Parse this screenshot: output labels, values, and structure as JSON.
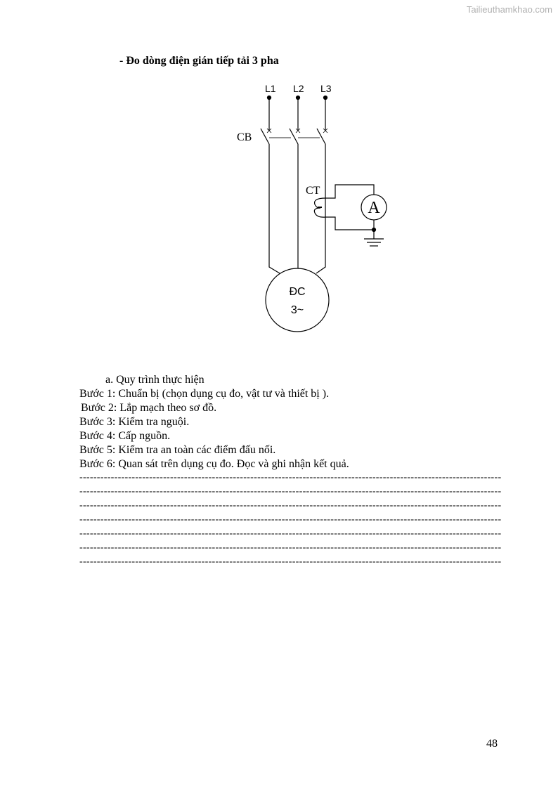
{
  "watermark": "Tailieuthamkhao.com",
  "title": "- Đo dòng điện gián tiếp tải 3 pha",
  "diagram": {
    "lines": [
      "L1",
      "L2",
      "L3"
    ],
    "breaker": "CB",
    "ct": "CT",
    "meter": "A",
    "motor_line1": "ĐC",
    "motor_line2": "3~"
  },
  "section": "a. Quy trình thực hiện",
  "steps": [
    "Bước 1: Chuẩn bị  (chọn dụng cụ đo, vật tư và thiết bị ).",
    "Bước 2: Lắp mạch theo sơ đồ.",
    "Bước 3: Kiểm tra nguội.",
    "Bước 4: Cấp nguồn.",
    "Bước 5: Kiểm tra an toàn các điểm đấu nối.",
    "Bước 6: Quan sát trên dụng cụ đo. Đọc và ghi nhận kết quả."
  ],
  "dashes": "--------------------------------------------------------------------------------------------------------------------------------------------",
  "page_number": "48"
}
